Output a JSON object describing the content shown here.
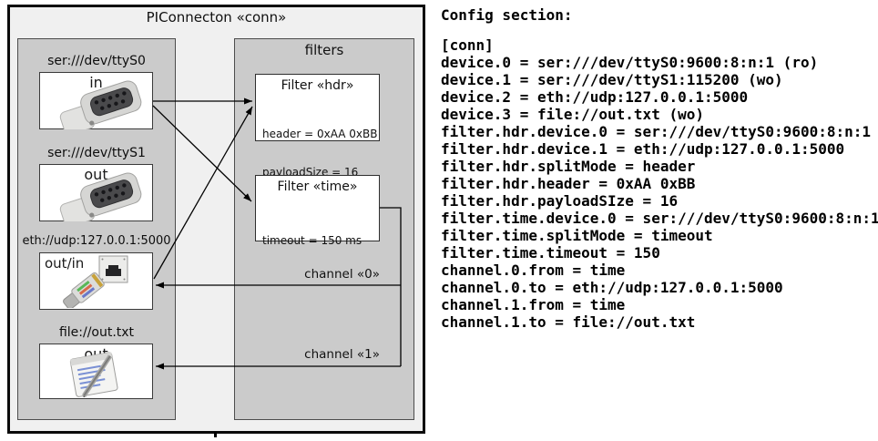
{
  "diagram": {
    "title": "PIConnecton «conn»",
    "devices_panel": {
      "devices": [
        {
          "uri": "ser:///dev/ttyS0",
          "direction": "in",
          "icon": "serial-connector-image"
        },
        {
          "uri": "ser:///dev/ttyS1",
          "direction": "out",
          "icon": "serial-connector-image"
        },
        {
          "uri": "eth://udp:127.0.0.1:5000",
          "direction": "out/in",
          "icon": "ethernet-plug-image"
        },
        {
          "uri": "file://out.txt",
          "direction": "out",
          "icon": "notepad-pen-image"
        }
      ]
    },
    "filters_panel": {
      "label": "filters",
      "filters": [
        {
          "title": "Filter «hdr»",
          "properties": [
            "header = 0xAA 0xBB",
            "payloadSize = 16"
          ]
        },
        {
          "title": "Filter «time»",
          "properties": [
            "timeout = 150 ms"
          ]
        }
      ]
    },
    "channels": [
      {
        "label": "channel «0»"
      },
      {
        "label": "channel «1»"
      }
    ]
  },
  "config": {
    "heading": "Config section:",
    "lines": [
      "[conn]",
      "device.0 = ser:///dev/ttyS0:9600:8:n:1 (ro)",
      "device.1 = ser:///dev/ttyS1:115200 (wo)",
      "device.2 = eth://udp:127.0.0.1:5000",
      "device.3 = file://out.txt (wo)",
      "filter.hdr.device.0 = ser:///dev/ttyS0:9600:8:n:1",
      "filter.hdr.device.1 = eth://udp:127.0.0.1:5000",
      "filter.hdr.splitMode = header",
      "filter.hdr.header = 0xAA 0xBB",
      "filter.hdr.payloadSIze = 16",
      "filter.time.device.0 = ser:///dev/ttyS0:9600:8:n:1",
      "filter.time.splitMode = timeout",
      "filter.time.timeout = 150",
      "channel.0.from = time",
      "channel.0.to = eth://udp:127.0.0.1:5000",
      "channel.1.from = time",
      "channel.1.to = file://out.txt"
    ]
  },
  "colors": {
    "outer_background": "#f0f0f0",
    "panel_background": "#cbcbcb",
    "box_background": "#ffffff",
    "line_color": "#000000"
  }
}
